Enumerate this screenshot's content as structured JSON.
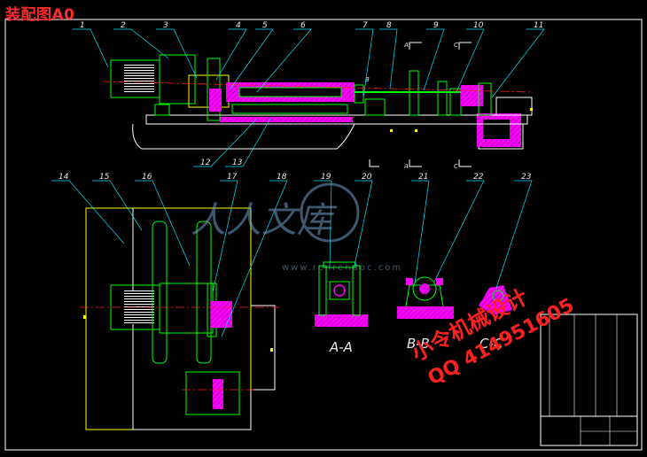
{
  "title": "装配图A0",
  "part_numbers": [
    "1",
    "2",
    "3",
    "4",
    "5",
    "6",
    "7",
    "8",
    "9",
    "10",
    "11",
    "12",
    "13",
    "14",
    "15",
    "16",
    "17",
    "18",
    "19",
    "20",
    "21",
    "22",
    "23"
  ],
  "section_labels": {
    "aa": "A-A",
    "bb": "B-B",
    "cc": "C-C"
  },
  "cut_markers": {
    "a": "A",
    "b": "B",
    "c": "C"
  },
  "watermark": {
    "logo_text": "人人文库",
    "site_text": "www.renrendoc.com",
    "author_line": "小令机械设计",
    "qq_line": "QQ 414951605"
  },
  "colors": {
    "background": "#000000",
    "title": "#ff2a2a",
    "outline": "#00ff00",
    "section_fill": "#ff00ff",
    "center_line": "#ff2020",
    "leader": "#00e5ff",
    "frame": "#ffffff",
    "marker": "#ffff00"
  }
}
